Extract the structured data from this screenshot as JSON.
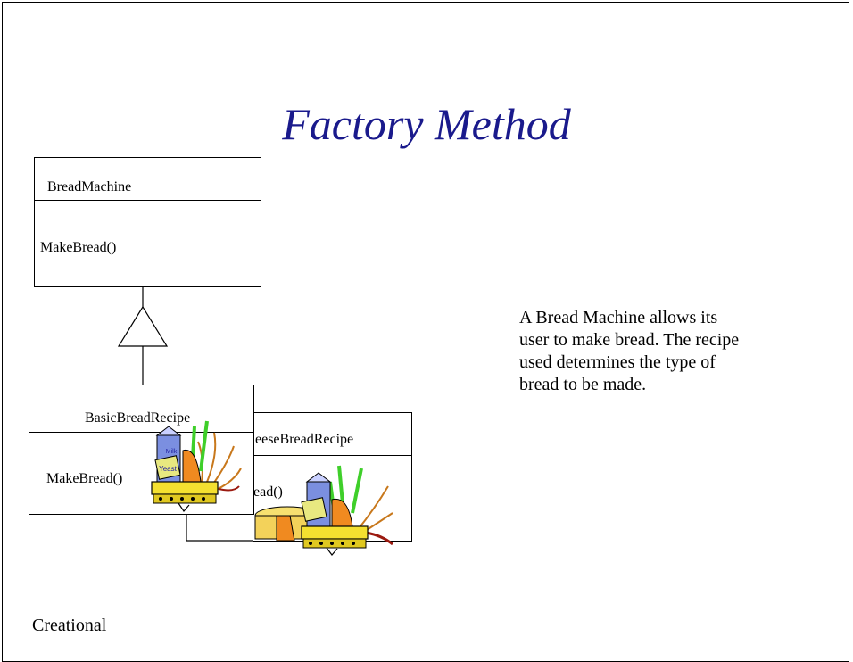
{
  "slide": {
    "title": "Factory Method",
    "description": "A Bread Machine allows its user to make bread.  The recipe used determines the type of bread to be made.",
    "footer": "Creational"
  },
  "diagram": {
    "parent_class": {
      "name": "BreadMachine",
      "method": "MakeBread()"
    },
    "child_class_front": {
      "name": "BasicBreadRecipe",
      "method": "MakeBread()"
    },
    "child_class_back": {
      "name_visible": "eeseBreadRecipe",
      "method_visible": "ead()"
    }
  },
  "icons": {
    "clipart_front": "bread-ingredients-clipart-icon",
    "clipart_back": "bread-ingredients-clipart-icon",
    "label_milk": "Milk",
    "label_yeast": "Yeast"
  }
}
